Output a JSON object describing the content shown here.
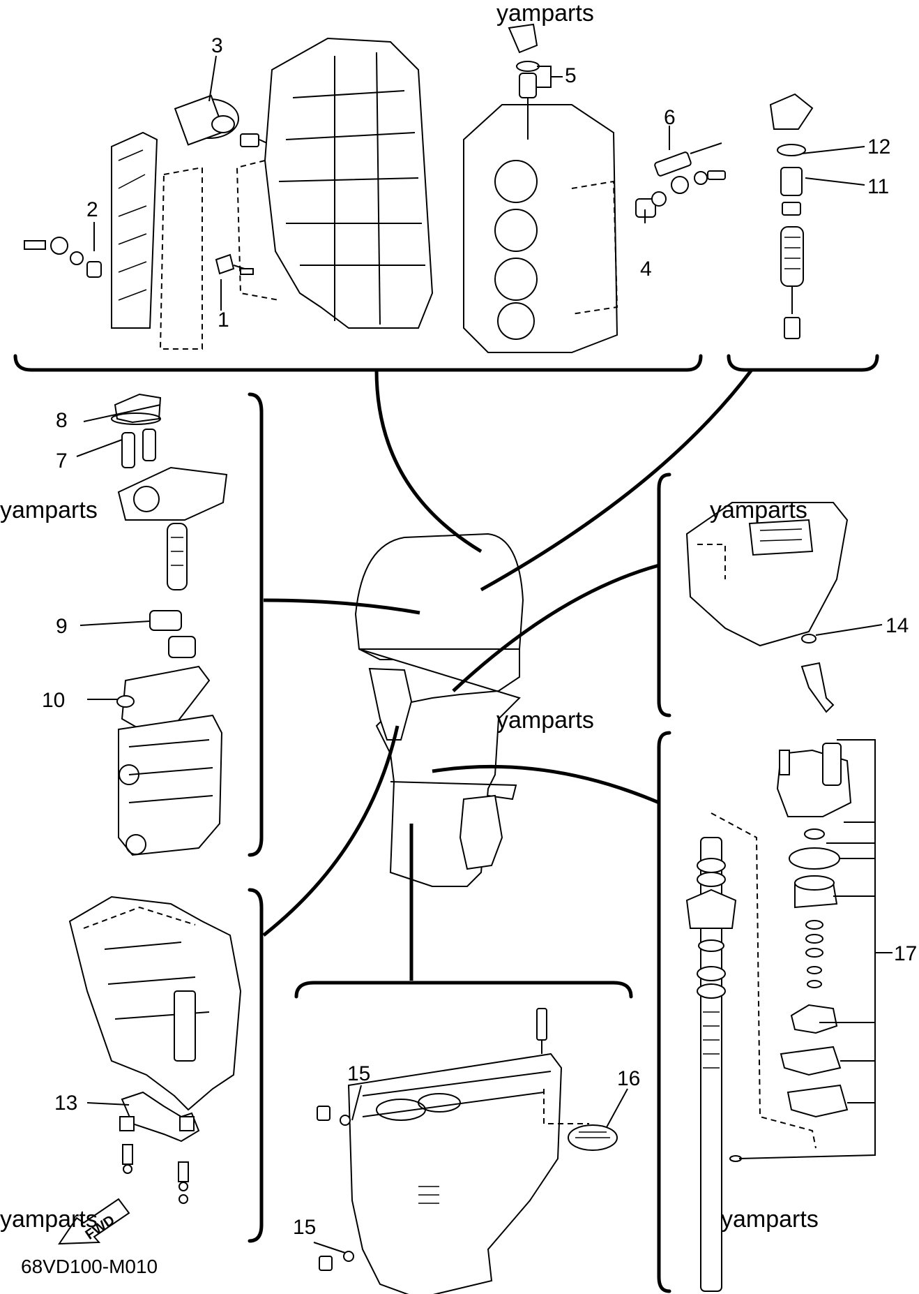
{
  "diagram": {
    "code": "68VD100-M010",
    "watermark": "yamparts",
    "fwd_label": "FWD",
    "callouts": {
      "c1": "1",
      "c2": "2",
      "c3": "3",
      "c4": "4",
      "c5": "5",
      "c6": "6",
      "c7": "7",
      "c8": "8",
      "c9": "9",
      "c10": "10",
      "c11": "11",
      "c12": "12",
      "c13": "13",
      "c14": "14",
      "c15a": "15",
      "c15b": "15",
      "c16": "16",
      "c17": "17"
    }
  }
}
